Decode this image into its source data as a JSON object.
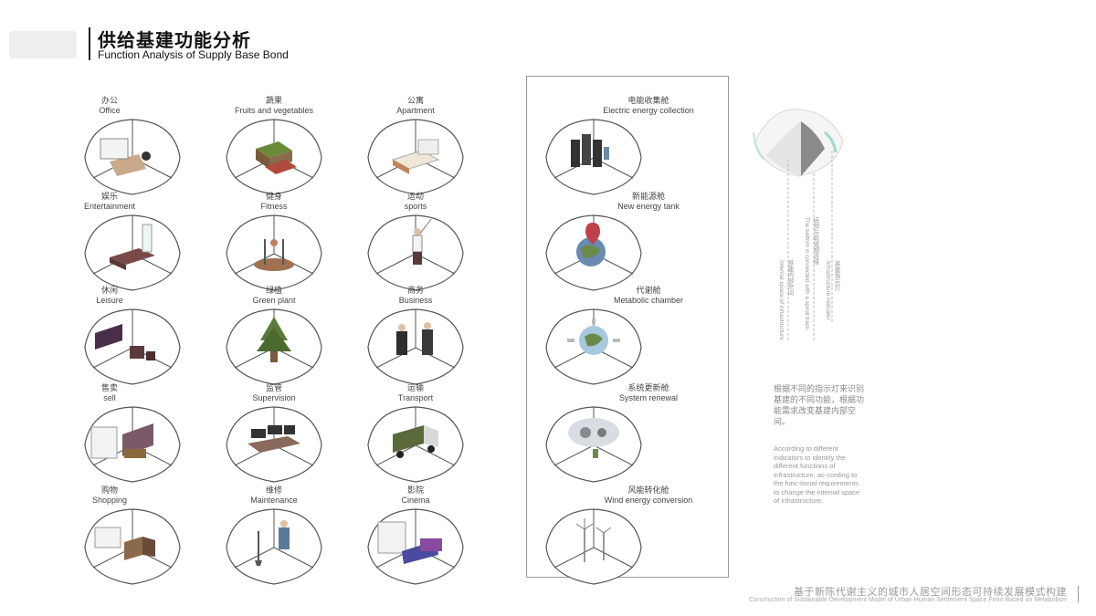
{
  "header": {
    "title_cn": "供给基建功能分析",
    "title_en": "Function Analysis of Supply Base Bond"
  },
  "functions": [
    {
      "cn": "办公",
      "en": "Office",
      "icon": "office-desk-icon"
    },
    {
      "cn": "蔬果",
      "en": "Fruits and vegetables",
      "icon": "vegetable-crates-icon"
    },
    {
      "cn": "公寓",
      "en": "Apartment",
      "icon": "bed-icon"
    },
    {
      "cn": "娱乐",
      "en": "Entertainment",
      "icon": "billiard-table-icon"
    },
    {
      "cn": "健身",
      "en": "Fitness",
      "icon": "fitness-machine-icon"
    },
    {
      "cn": "运动",
      "en": "sports",
      "icon": "golfer-icon"
    },
    {
      "cn": "休闲",
      "en": "Leisure",
      "icon": "cafe-sign-icon"
    },
    {
      "cn": "绿植",
      "en": "Green plant",
      "icon": "pine-tree-icon"
    },
    {
      "cn": "商务",
      "en": "Business",
      "icon": "businessmen-icon"
    },
    {
      "cn": "售卖",
      "en": "sell",
      "icon": "shop-shelf-icon"
    },
    {
      "cn": "监管",
      "en": "Supervision",
      "icon": "monitor-desk-icon"
    },
    {
      "cn": "运输",
      "en": "Transport",
      "icon": "truck-icon"
    },
    {
      "cn": "购物",
      "en": "Shopping",
      "icon": "shopping-boxes-icon"
    },
    {
      "cn": "维修",
      "en": "Maintenance",
      "icon": "repair-worker-icon"
    },
    {
      "cn": "影院",
      "en": "Cinema",
      "icon": "cinema-screen-icon"
    }
  ],
  "energy": [
    {
      "cn": "电能收集舱",
      "en": "Electric energy collection",
      "icon": "battery-server-icon"
    },
    {
      "cn": "新能源舱",
      "en": "New energy tank",
      "icon": "globe-pin-icon"
    },
    {
      "cn": "代谢舱",
      "en": "Metabolic chamber",
      "icon": "globe-arrows-icon"
    },
    {
      "cn": "系统更新舱",
      "en": "System renewal",
      "icon": "cloud-gears-icon"
    },
    {
      "cn": "风能转化舱",
      "en": "Wind energy conversion",
      "icon": "wind-turbine-icon"
    }
  ],
  "legend": {
    "label1_cn": "基建指示灯",
    "label1_en": "Infrastructure indicator",
    "label2_cn": "底部与轨道相连接",
    "label2_en": "The bottom is connected with a spiral track.",
    "label3_cn": "基建内部空间",
    "label3_en": "Internal space of infrastructure",
    "note_cn": "根据不同的指示灯来识别基建的不同功能，根据功能需求改变基建内部空间。",
    "note_en": "According to different indicators to identify the different functions of infrastructure, ac-cording to the func-tional requirements to change the internal space of infrastructure."
  },
  "footer": {
    "title_cn": "基于新陈代谢主义的城市人居空间形态可持续发展模式构建",
    "title_en": "Construction of Sustainable Development Model of Urban Human Settlement Space Form Based on Metabolism"
  },
  "colors": {
    "outline": "#555555",
    "accent_green": "#5a7a3a",
    "accent_purple": "#5b3a6e",
    "accent_brown": "#7a5a3a",
    "indicator_teal": "#9fd8d0"
  }
}
